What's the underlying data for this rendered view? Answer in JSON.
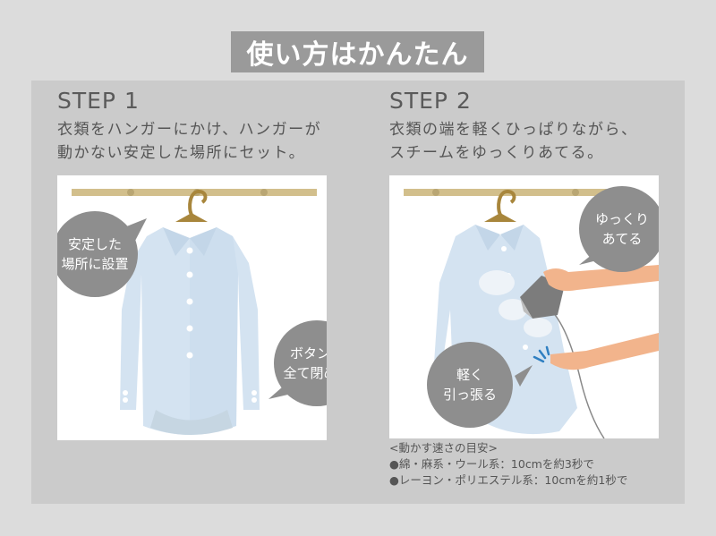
{
  "title": "使い方はかんたん",
  "steps": [
    {
      "label": "STEP 1",
      "description": [
        "衣類をハンガーにかけ、ハンガーが",
        "動かない安定した場所にセット。"
      ],
      "bubbles": [
        {
          "lines": [
            "安定した",
            "場所に設置"
          ]
        },
        {
          "lines": [
            "ボタンは",
            "全て閉める"
          ]
        }
      ]
    },
    {
      "label": "STEP 2",
      "description": [
        "衣類の端を軽くひっぱりながら、",
        "スチームをゆっくりあてる。"
      ],
      "bubbles": [
        {
          "lines": [
            "ゆっくり",
            "あてる"
          ]
        },
        {
          "lines": [
            "軽く",
            "引っ張る"
          ]
        }
      ],
      "guide": {
        "heading": "<動かす速さの目安>",
        "items": [
          "●綿・麻系・ウール系：10cmを約3秒で",
          "●レーヨン・ポリエステル系：10cmを約1秒で"
        ]
      }
    }
  ],
  "colors": {
    "background": "#dcdcdc",
    "panel": "#cbcbcb",
    "title_box": "#9a9a9a",
    "bubble": "#8e8e8e",
    "shirt": "#d4e3f1",
    "rail": "#d2bf8c",
    "hanger": "#a8863c",
    "skin": "#f2b48c"
  }
}
